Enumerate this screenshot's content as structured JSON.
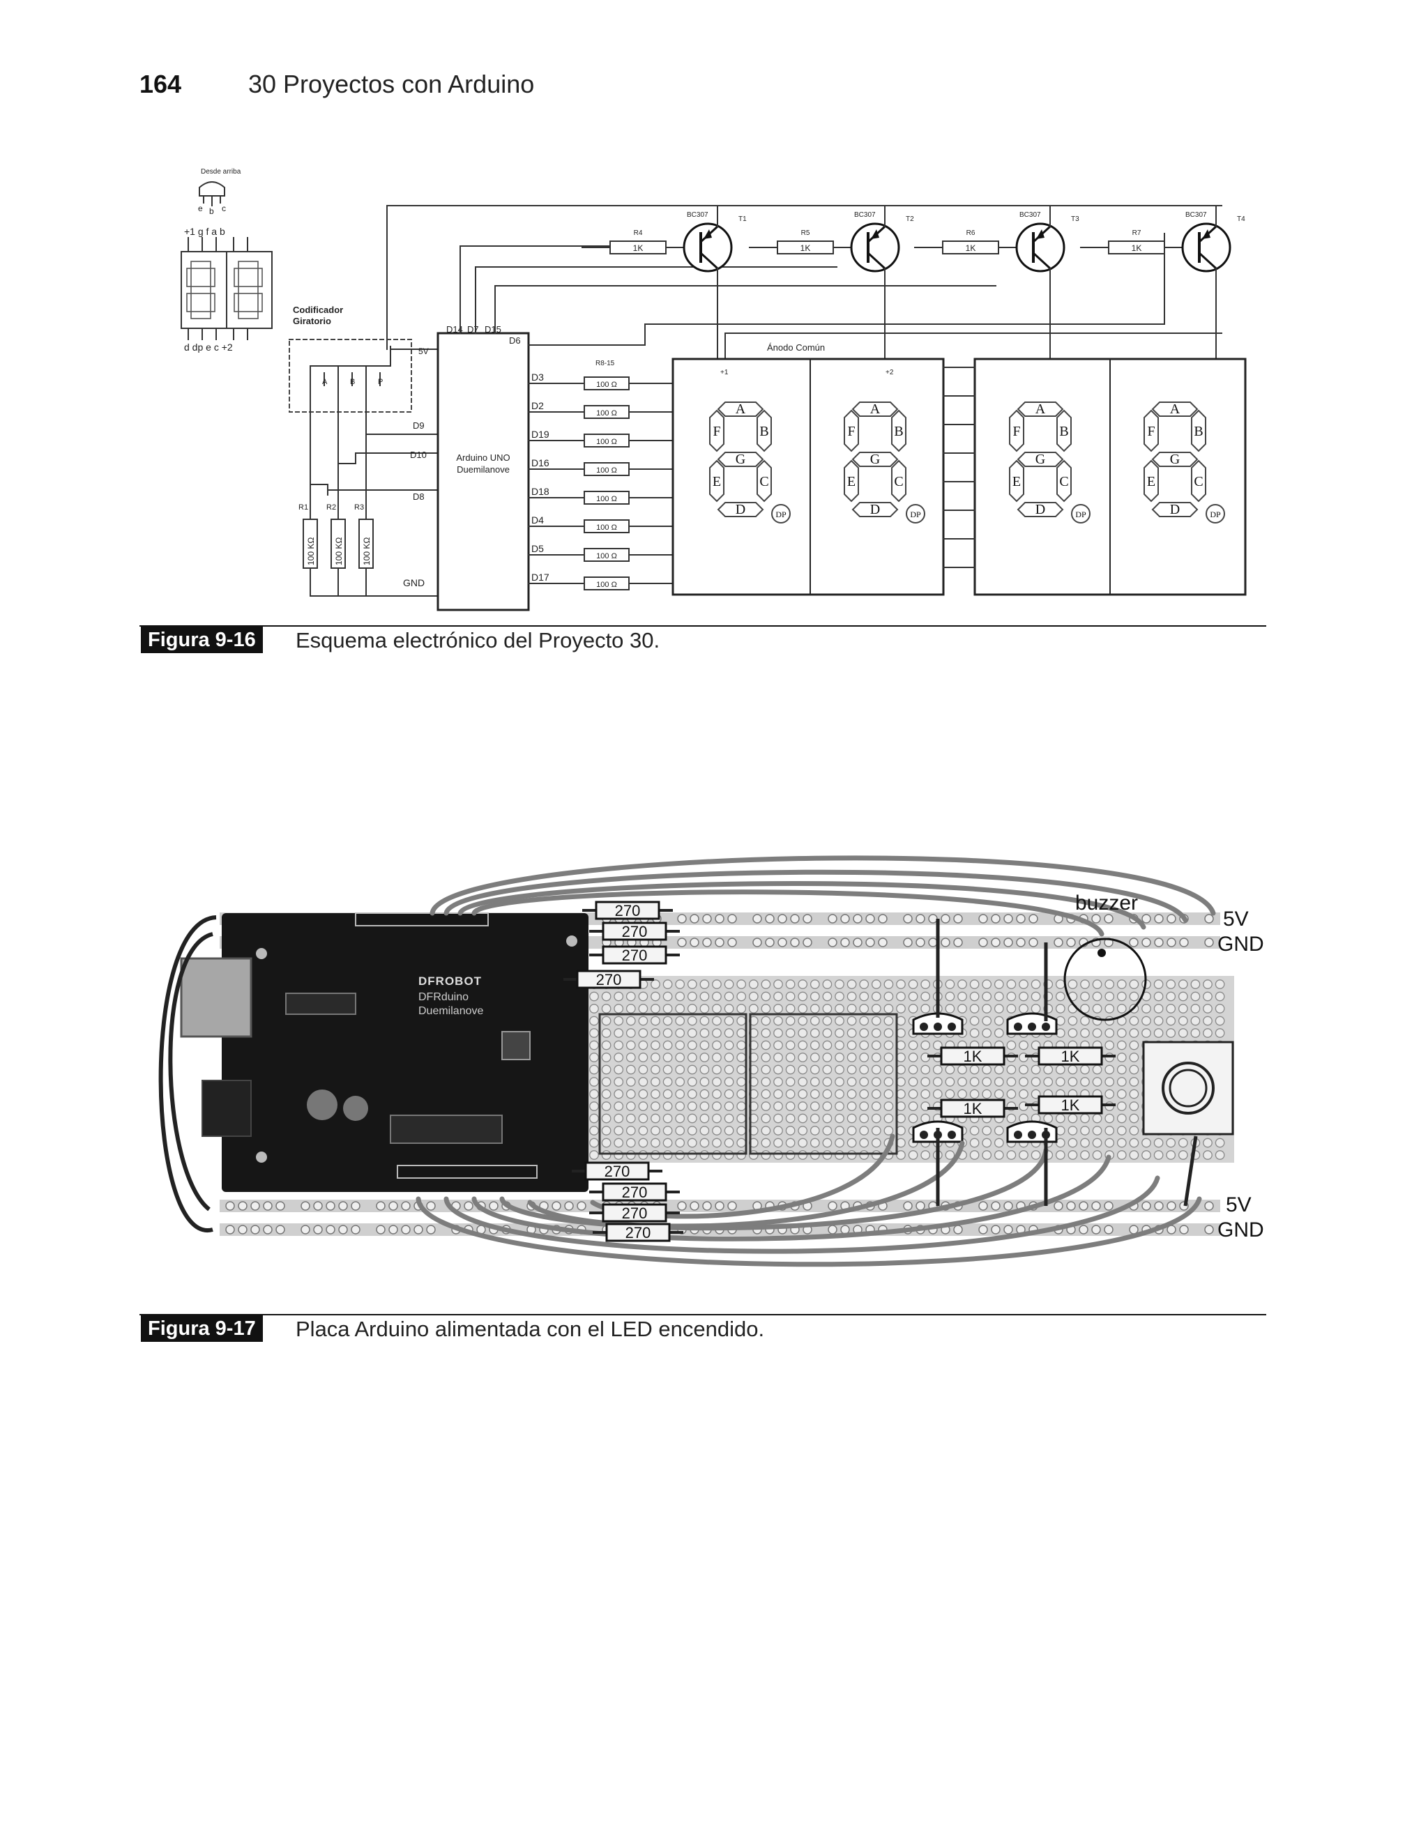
{
  "header": {
    "page_number": "164",
    "running_title": "30 Proyectos con Arduino"
  },
  "figure_16": {
    "tag": "Figura 9-16",
    "caption": "Esquema electrónico del Proyecto 30.",
    "pinout": {
      "view": "Desde arriba",
      "top_pins": "+1 g f a b",
      "bottom_pins": "d dp e c +2",
      "tr_pins": [
        "e",
        "b",
        "c"
      ]
    },
    "encoder": {
      "label_1": "Codificador",
      "label_2": "Giratorio",
      "pins": [
        "A",
        "B",
        "P"
      ],
      "v5": "5V"
    },
    "arduino": {
      "line1": "Arduino UNO",
      "line2": "Duemilanove"
    },
    "pins_top": [
      "D14",
      "D7",
      "D15",
      "D6"
    ],
    "pins_right": [
      "D3",
      "D2",
      "D19",
      "D16",
      "D18",
      "D4",
      "D5",
      "D17"
    ],
    "pins_left": [
      "D9",
      "D10",
      "D8"
    ],
    "gnd": "GND",
    "pullups": [
      {
        "name": "R1",
        "value": "100 KΩ"
      },
      {
        "name": "R2",
        "value": "100 KΩ"
      },
      {
        "name": "R3",
        "value": "100 KΩ"
      }
    ],
    "segment_resistors": {
      "name": "R8-15",
      "value": "100 Ω"
    },
    "segment_letters": [
      "a",
      "b",
      "c",
      "e",
      "e",
      "f",
      "g",
      "dp"
    ],
    "transistors": [
      {
        "resistor": "R4",
        "value": "1K",
        "type": "BC307",
        "name": "T1"
      },
      {
        "resistor": "R5",
        "value": "1K",
        "type": "BC307",
        "name": "T2"
      },
      {
        "resistor": "R6",
        "value": "1K",
        "type": "BC307",
        "name": "T3"
      },
      {
        "resistor": "R7",
        "value": "1K",
        "type": "BC307",
        "name": "T4"
      }
    ],
    "common_anode": "Ánodo Común",
    "digit_marks": [
      "+1",
      "+2"
    ],
    "segment_names": [
      "A",
      "B",
      "C",
      "D",
      "E",
      "F",
      "G",
      "DP"
    ]
  },
  "figure_17": {
    "tag": "Figura 9-17",
    "caption": "Placa Arduino alimentada con el LED encendido.",
    "board_brand": "DFROBOT",
    "board_name_1": "DFRduino",
    "board_name_2": "Duemilanove",
    "resistor_270": "270",
    "resistor_1k": "1K",
    "buzzer": "buzzer",
    "rails_top": [
      "5V",
      "GND"
    ],
    "rails_bottom": [
      "5V",
      "GND"
    ]
  },
  "colors": {
    "ink": "#222222",
    "board": "#151515",
    "stripboard": "#c9c9c9",
    "wire": "#7d7d7d"
  }
}
